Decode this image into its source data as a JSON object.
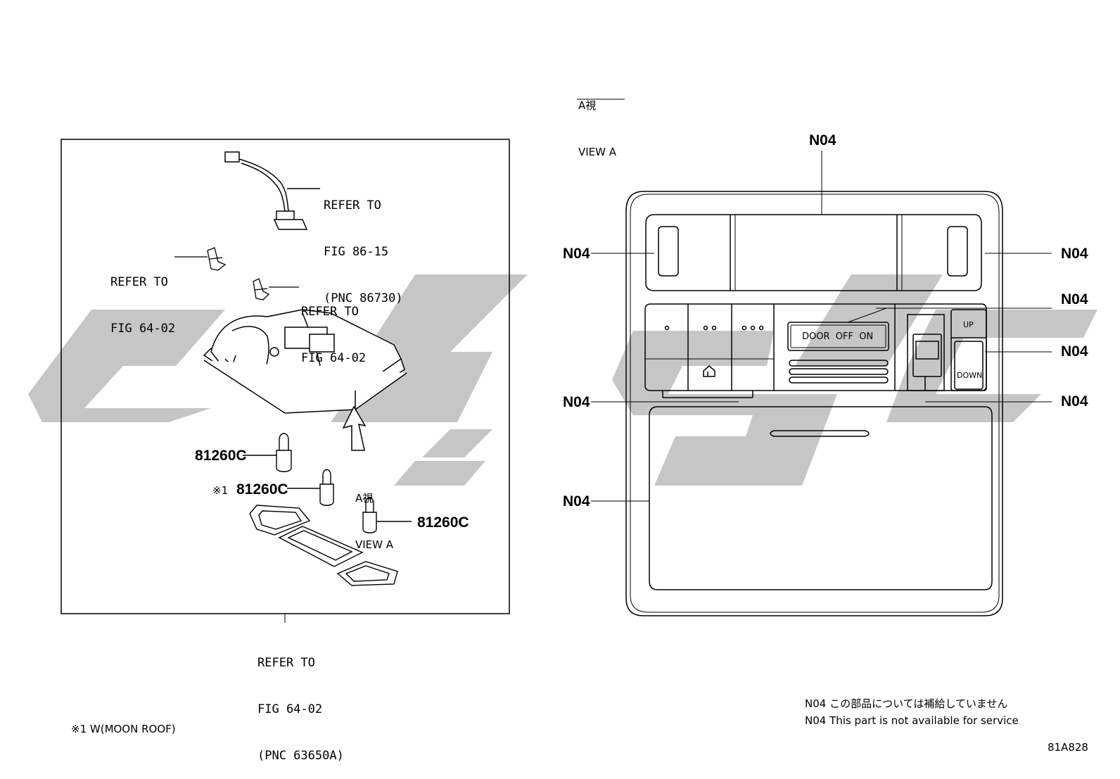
{
  "left_panel": {
    "refer_connector": [
      "REFER TO",
      "FIG 86-15",
      "(PNC 86730)"
    ],
    "refer_clip_left": [
      "REFER TO",
      "FIG 64-02"
    ],
    "refer_clip_center": [
      "REFER TO",
      "FIG 64-02"
    ],
    "refer_bottom": [
      "REFER TO",
      "FIG 64-02",
      "(PNC 63650A)"
    ],
    "part_bulb_1": "81260C",
    "part_bulb_2_prefix": "※1",
    "part_bulb_2": "81260C",
    "part_bulb_3": "81260C",
    "view_arrow_label": [
      "A視",
      "VIEW A"
    ]
  },
  "right_panel": {
    "view_title": [
      "A視",
      "VIEW A"
    ],
    "callout_top": "N04",
    "callout_left_1": "N04",
    "callout_left_2": "N04",
    "callout_left_3": "N04",
    "callout_right_1": "N04",
    "callout_right_2": "N04",
    "callout_right_3": "N04",
    "callout_right_4": "N04",
    "door_switch_label": "DOOR  OFF  ON",
    "up_label": "UP",
    "down_label": "DOWN"
  },
  "footnote_left": "※1 W(MOON ROOF)",
  "legend": {
    "line_jp": "N04 この部品については補給していません",
    "line_en": "N04 This part is not available for service"
  },
  "figure_id": "81A828",
  "colors": {
    "line": "#000000",
    "watermark": "#c8c8c8",
    "background": "#ffffff"
  }
}
